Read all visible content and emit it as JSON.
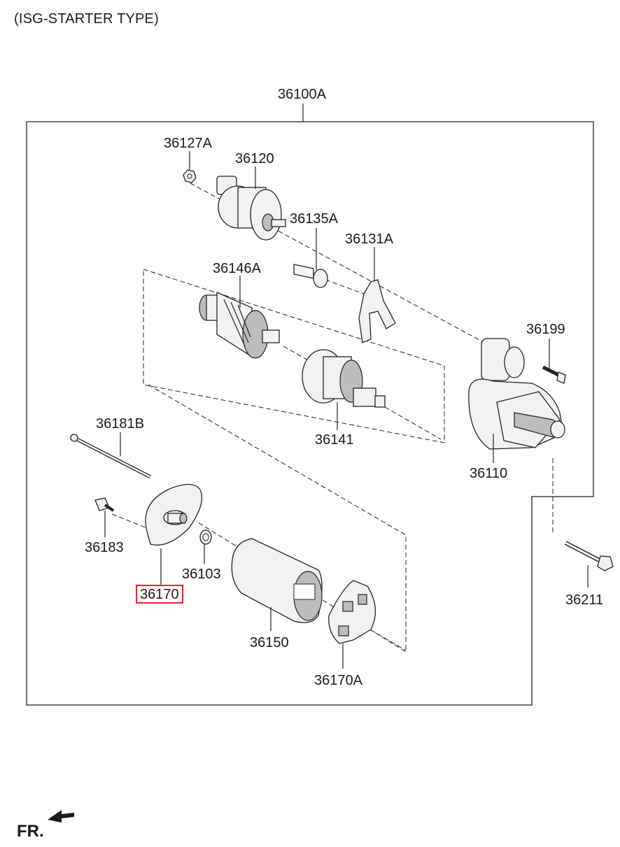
{
  "caption": "(ISG-STARTER TYPE)",
  "orientation_label": "FR.",
  "highlight_color": "#e0282d",
  "parts": [
    {
      "key": "p36100A",
      "number": "36100A",
      "highlighted": false
    },
    {
      "key": "p36127A",
      "number": "36127A",
      "highlighted": false
    },
    {
      "key": "p36120",
      "number": "36120",
      "highlighted": false
    },
    {
      "key": "p36135A",
      "number": "36135A",
      "highlighted": false
    },
    {
      "key": "p36131A",
      "number": "36131A",
      "highlighted": false
    },
    {
      "key": "p36146A",
      "number": "36146A",
      "highlighted": false
    },
    {
      "key": "p36199",
      "number": "36199",
      "highlighted": false
    },
    {
      "key": "p36141",
      "number": "36141",
      "highlighted": false
    },
    {
      "key": "p36181B",
      "number": "36181B",
      "highlighted": false
    },
    {
      "key": "p36110",
      "number": "36110",
      "highlighted": false
    },
    {
      "key": "p36183",
      "number": "36183",
      "highlighted": false
    },
    {
      "key": "p36103",
      "number": "36103",
      "highlighted": false
    },
    {
      "key": "p36170",
      "number": "36170",
      "highlighted": true
    },
    {
      "key": "p36211",
      "number": "36211",
      "highlighted": false
    },
    {
      "key": "p36150",
      "number": "36150",
      "highlighted": false
    },
    {
      "key": "p36170A",
      "number": "36170A",
      "highlighted": false
    }
  ]
}
